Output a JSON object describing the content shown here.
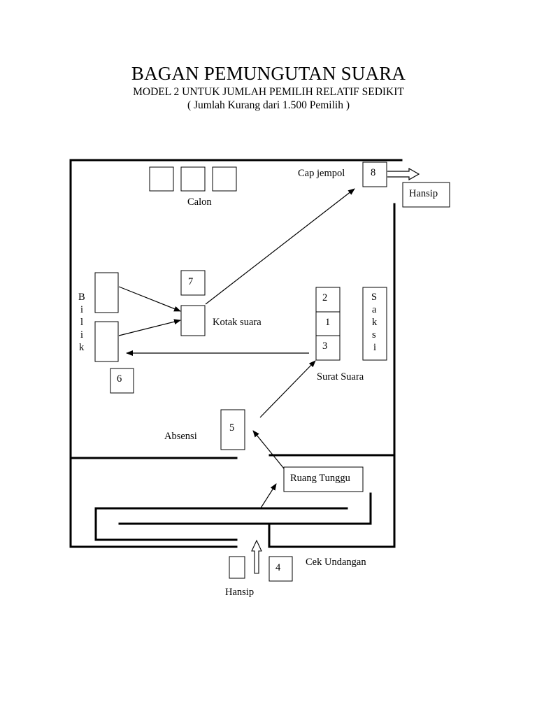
{
  "header": {
    "title": "BAGAN PEMUNGUTAN SUARA",
    "subtitle": "MODEL 2 UNTUK JUMLAH PEMILIH RELATIF SEDIKIT",
    "note": "( Jumlah Kurang dari 1.500 Pemilih )"
  },
  "labels": {
    "cap_jempol": "Cap jempol",
    "hansip_top": "Hansip",
    "calon": "Calon",
    "bilik": [
      "B",
      "i",
      "l",
      "i",
      "k"
    ],
    "kotak_suara": "Kotak suara",
    "saksi": [
      "S",
      "a",
      "k",
      "s",
      "i"
    ],
    "surat_suara": "Surat Suara",
    "absensi": "Absensi",
    "ruang_tunggu": "Ruang Tunggu",
    "cek_undangan": "Cek Undangan",
    "hansip_bottom": "Hansip"
  },
  "numbers": {
    "n8": "8",
    "n7": "7",
    "n6": "6",
    "n5": "5",
    "n4": "4",
    "n2": "2",
    "n1": "1",
    "n3": "3"
  }
}
